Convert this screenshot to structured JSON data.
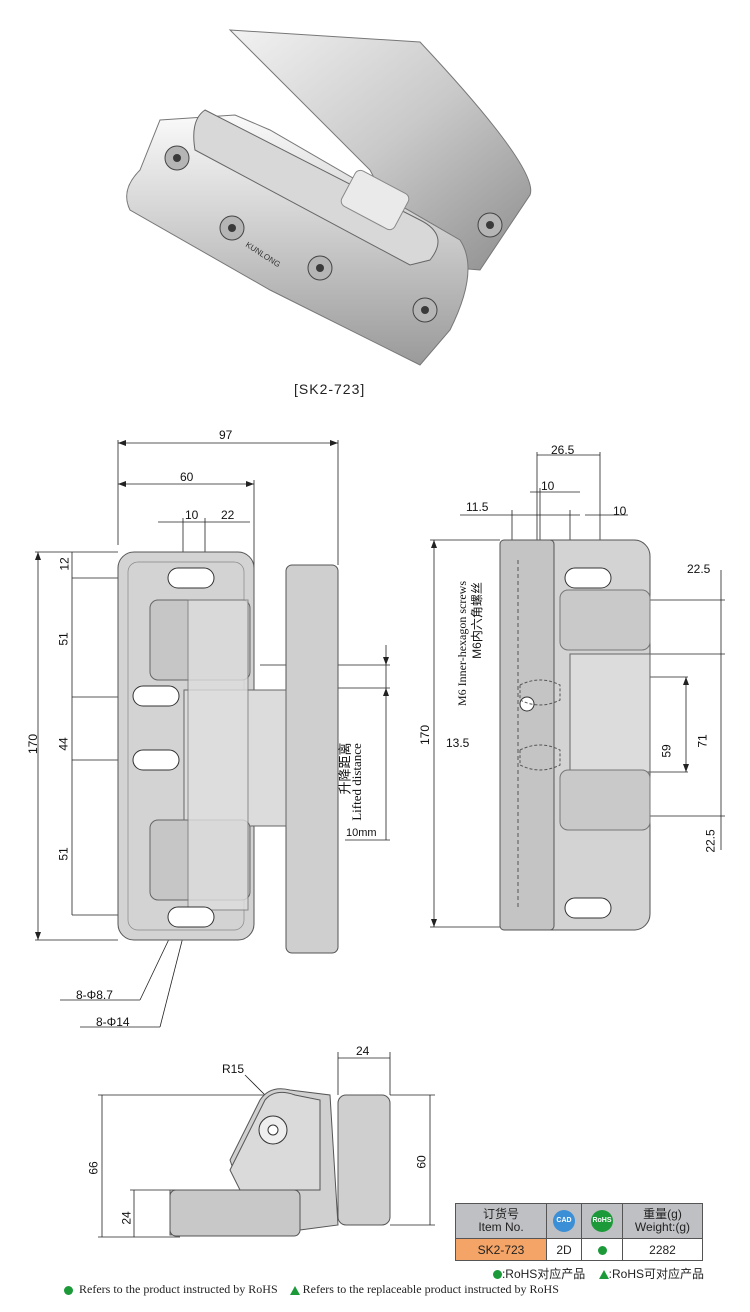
{
  "caption": "[SK2-723]",
  "photo": {
    "brand_mark": "KUNLONG"
  },
  "front_view": {
    "dims": {
      "total_width": "97",
      "pitch_x": "60",
      "hole_w": "10",
      "offset": "22",
      "h_total": "170",
      "h_12": "12",
      "h_51a": "51",
      "h_44": "44",
      "h_51b": "51",
      "lift": "10mm"
    },
    "lift_label_cn": "升降距离",
    "lift_label_en": "Lifted distance",
    "holes_small": "8-Φ8.7",
    "holes_large": "8-Φ14"
  },
  "side_view": {
    "dims": {
      "d_26_5": "26.5",
      "d_10a": "10",
      "d_11_5": "11.5",
      "d_10b": "10",
      "d_22_5a": "22.5",
      "d_170": "170",
      "d_59": "59",
      "d_71": "71",
      "d_13_5": "13.5",
      "d_22_5b": "22.5"
    },
    "screw_cn": "M6内六角螺丝",
    "screw_en": "M6 Inner-hexagon screws"
  },
  "top_view": {
    "dims": {
      "r15": "R15",
      "d_24top": "24",
      "d_66": "66",
      "d_60": "60",
      "d_24left": "24"
    }
  },
  "order_table": {
    "col_item_cn": "订货号",
    "col_item_en": "Item No.",
    "cad_badge": "CAD",
    "rohs_badge": "RoHS",
    "col_weight_cn": "重量(g)",
    "col_weight_en": "Weight:(g)",
    "item_no": "SK2-723",
    "cad_value": "2D",
    "weight": "2282"
  },
  "legend": {
    "rohs_cn": ":RoHS对应产品",
    "replaceable_cn": ":RoHS可对应产品",
    "rohs_en": "Refers to the product instructed by RoHS",
    "replaceable_en": "Refers to the replaceable product instructed by RoHS"
  },
  "colors": {
    "rohs_green": "#1c9a3a",
    "cad_blue": "#3a8fd6",
    "item_orange": "#f4a466",
    "header_gray": "#bfc0c3"
  }
}
